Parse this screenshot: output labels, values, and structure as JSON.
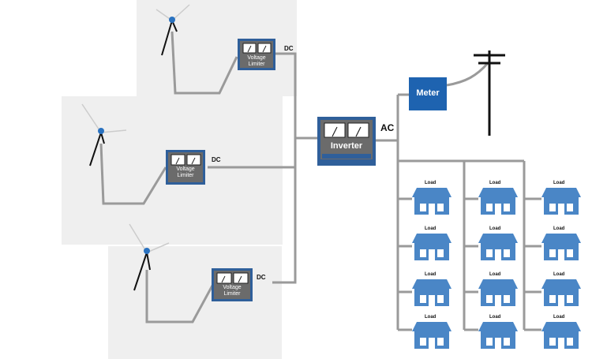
{
  "labels": {
    "dc": "DC",
    "ac": "AC",
    "voltage_limiter_line1": "Voltage",
    "voltage_limiter_line2": "Limiter",
    "inverter": "Inverter",
    "meter": "Meter",
    "load": "Load"
  },
  "colors": {
    "wire": "#9a9a9a",
    "device_frame": "#2f5f9a",
    "device_body": "#6b6b6b",
    "meter": "#1e63b0",
    "house": "#4a86c6",
    "panel_bg": "#efefef"
  },
  "icons": [
    "wind-turbine-icon",
    "voltage-limiter-icon",
    "inverter-icon",
    "meter-icon",
    "utility-pole-icon",
    "house-icon"
  ]
}
